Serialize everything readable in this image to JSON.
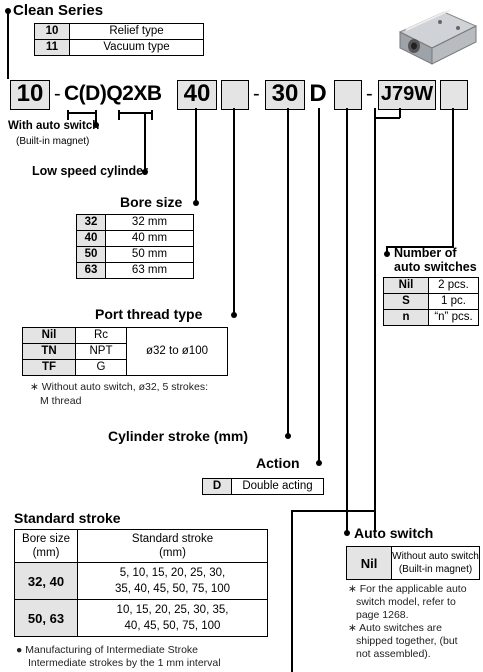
{
  "clean_series": {
    "title": "Clean Series",
    "rows": [
      {
        "code": "10",
        "desc": "Relief type"
      },
      {
        "code": "11",
        "desc": "Vacuum type"
      }
    ]
  },
  "model_code": {
    "prefix": "10",
    "dash1": "-",
    "series": "C(D)Q2XB",
    "bore": "40",
    "dash2": "-",
    "stroke": "30",
    "action": "D",
    "dash3": "-",
    "switch": "J79W"
  },
  "auto_switch_note": {
    "title": "With auto switch",
    "sub": "(Built-in magnet)"
  },
  "low_speed_label": "Low speed cylinder",
  "bore_size": {
    "title": "Bore size",
    "rows": [
      {
        "code": "32",
        "desc": "32 mm"
      },
      {
        "code": "40",
        "desc": "40 mm"
      },
      {
        "code": "50",
        "desc": "50 mm"
      },
      {
        "code": "63",
        "desc": "63 mm"
      }
    ]
  },
  "number_of_switches": {
    "title_line1": "Number of",
    "title_line2": "auto switches",
    "rows": [
      {
        "code": "Nil",
        "desc": "2 pcs."
      },
      {
        "code": "S",
        "desc": "1 pc."
      },
      {
        "code": "n",
        "desc": "“n” pcs."
      }
    ]
  },
  "port_thread": {
    "title": "Port thread type",
    "rows": [
      {
        "code": "Nil",
        "desc": "Rc"
      },
      {
        "code": "TN",
        "desc": "NPT"
      },
      {
        "code": "TF",
        "desc": "G"
      }
    ],
    "range": "ø32 to ø100",
    "note_line1": "∗ Without auto switch, ø32, 5 strokes:",
    "note_line2": "M thread"
  },
  "cylinder_stroke_label": "Cylinder stroke (mm)",
  "action": {
    "title": "Action",
    "code": "D",
    "desc": "Double acting"
  },
  "standard_stroke": {
    "title": "Standard stroke",
    "header_bore_1": "Bore size",
    "header_bore_2": "(mm)",
    "header_stroke_1": "Standard stroke",
    "header_stroke_2": "(mm)",
    "rows": [
      {
        "bore": "32, 40",
        "line1": "5, 10, 15, 20, 25, 30,",
        "line2": "35, 40, 45, 50, 75, 100"
      },
      {
        "bore": "50, 63",
        "line1": "10, 15, 20, 25, 30, 35,",
        "line2": "40, 45, 50, 75, 100"
      }
    ],
    "note_line1": "● Manufacturing of Intermediate Stroke",
    "note_line2": "Intermediate strokes by the 1 mm interval"
  },
  "auto_switch": {
    "title": "Auto switch",
    "code": "Nil",
    "desc_line1": "Without auto switch",
    "desc_line2": "(Built-in magnet)",
    "notes": [
      {
        "l1": "∗ For the applicable auto",
        "l2": "switch model, refer to",
        "l3": "page 1268."
      },
      {
        "l1": "∗ Auto switches are",
        "l2": "shipped together, (but",
        "l3": "not assembled)."
      }
    ]
  }
}
